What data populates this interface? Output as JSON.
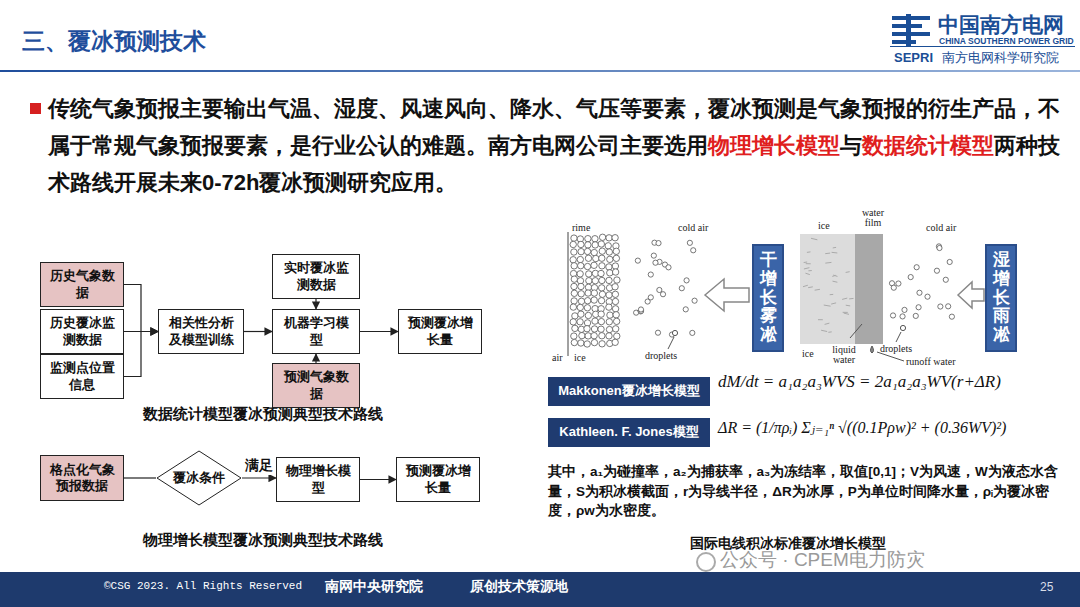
{
  "diagram": {
    "title": "三、覆冰预测技术",
    "nodes": [
      {
        "text": [
          "历史气象数据"
        ]
      },
      {
        "text": [
          "历史覆冰监测数据"
        ]
      },
      {
        "text": [
          "监测点位置信息"
        ]
      },
      {
        "text": [
          "相关性分析及模型训练"
        ]
      },
      {
        "text": [
          "实时覆冰监测数据"
        ]
      },
      {
        "text": [
          "机器学习模型"
        ]
      },
      {
        "text": [
          "预测气象数据"
        ]
      },
      {
        "text": [
          "预测覆冰增长量"
        ]
      },
      {
        "text": [
          "格点化气象预报数据"
        ]
      },
      {
        "text": [
          "覆冰条件"
        ]
      },
      {
        "text": [
          "物理增长模型"
        ]
      },
      {
        "text": [
          "预测覆冰增长量"
        ]
      },
      {
        "text": [
          "干增长雾凇"
        ]
      },
      {
        "text": [
          "湿增长雨凇"
        ]
      },
      {
        "text": [
          "Makkonen覆冰增长模型"
        ]
      },
      {
        "text": [
          "Kathleen. F. Jones模型"
        ]
      }
    ],
    "edges": [
      {
        "from": 0,
        "to": 3,
        "arrow": "to"
      },
      {
        "from": 1,
        "to": 3,
        "arrow": "to"
      },
      {
        "from": 2,
        "to": 3,
        "arrow": "to"
      },
      {
        "from": 3,
        "to": 5,
        "arrow": "to"
      },
      {
        "from": 4,
        "to": 5,
        "arrow": "to"
      },
      {
        "from": 6,
        "to": 5,
        "arrow": "to"
      },
      {
        "from": 5,
        "to": 7,
        "arrow": "to"
      },
      {
        "from": 8,
        "to": 9,
        "arrow": "none"
      },
      {
        "from": 9,
        "to": 10,
        "label": "满足",
        "arrow": "to"
      },
      {
        "from": 10,
        "to": 11,
        "arrow": "to"
      }
    ],
    "labels": [
      "中国南方电网",
      "CHINA SOUTHERN POWER GRID",
      "SEPRI",
      "南方电网科学研究院",
      "传统气象预报主要输出气温、湿度、风速风向、降水、气压等要素，覆冰预测是气象预报的衍生产品，不属于常规气象预报要素，是行业公认的难题。南方电网公司主要选用",
      "物理增长模型",
      "与",
      "数据统计模型",
      "两种技术路线开展未来0-72h覆冰预测研究应用。",
      "数据统计模型覆冰预测典型技术路线",
      "物理增长模型覆冰预测典型技术路线",
      "rime",
      "cold air",
      "air",
      "ice",
      "droplets",
      "ice",
      "water film",
      "cold air",
      "ice",
      "liquid water",
      "droplets",
      "runoff water",
      "dM/dt = a₁a₂a₃WVS = 2a₁a₂a₃WV(r+ΔR)",
      "ΔR = (1/πρᵢ) Σⱼ₌₁ⁿ √((0.1Pρw)² + (0.36WV)²)",
      "其中，a₁为碰撞率，a₂为捕获率，a₃为冻结率，取值[0,1]；V为风速，W为液态水含量，S为积冰横截面，r为导线半径，ΔR为冰厚，P为单位时间降水量，ρᵢ为覆冰密度，ρw为水密度。",
      "国际电线积冰标准覆冰增长模型",
      "©CSG 2023. All Rights Reserved",
      "南网中央研究院",
      "原创技术策源地",
      "25",
      "公众号 · CPEM电力防灾"
    ]
  }
}
